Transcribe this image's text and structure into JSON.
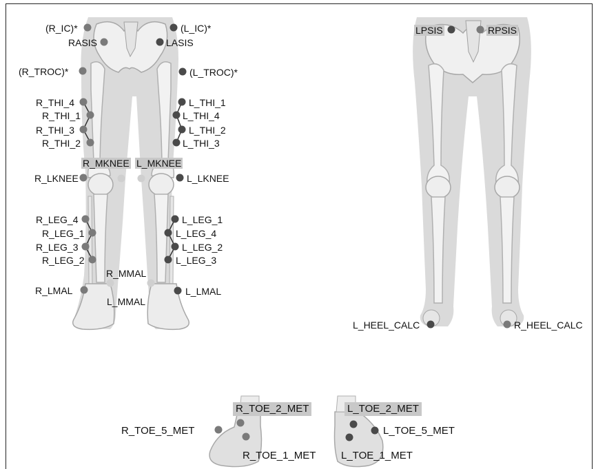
{
  "colors": {
    "marker_dark": "#4a4a4a",
    "marker_mid": "#7a7a7a",
    "marker_light": "#cfcfcf",
    "label_highlight": "#c8c8c8",
    "silhouette": "#d9d9d9",
    "bone": "#f2f2f2",
    "bone_shadow": "#b9b9b9"
  },
  "anterior_labels": {
    "r_ic": "(R_IC)*",
    "l_ic": "(L_IC)*",
    "rasis": "RASIS",
    "lasis": "LASIS",
    "r_troc": "(R_TROC)*",
    "l_troc": "(L_TROC)*",
    "r_thi_4": "R_THI_4",
    "r_thi_1": "R_THI_1",
    "r_thi_3": "R_THI_3",
    "r_thi_2": "R_THI_2",
    "l_thi_1": "L_THI_1",
    "l_thi_4": "L_THI_4",
    "l_thi_2": "L_THI_2",
    "l_thi_3": "L_THI_3",
    "r_mknee": "R_MKNEE",
    "l_mknee": "L_MKNEE",
    "r_lknee": "R_LKNEE",
    "l_lknee": "L_LKNEE",
    "r_leg_4": "R_LEG_4",
    "r_leg_1": "R_LEG_1",
    "r_leg_3": "R_LEG_3",
    "r_leg_2": "R_LEG_2",
    "l_leg_1": "L_LEG_1",
    "l_leg_4": "L_LEG_4",
    "l_leg_2": "L_LEG_2",
    "l_leg_3": "L_LEG_3",
    "r_mmal": "R_MMAL",
    "l_mmal": "L_MMAL",
    "r_lmal": "R_LMAL",
    "l_lmal": "L_LMAL"
  },
  "posterior_labels": {
    "lpsis": "LPSIS",
    "rpsis": "RPSIS",
    "l_heel_calc": "L_HEEL_CALC",
    "r_heel_calc": "R_HEEL_CALC"
  },
  "foot_labels": {
    "r_toe_2_met": "R_TOE_2_MET",
    "l_toe_2_met": "L_TOE_2_MET",
    "r_toe_5_met": "R_TOE_5_MET",
    "l_toe_5_met": "L_TOE_5_MET",
    "r_toe_1_met": "R_TOE_1_MET",
    "l_toe_1_met": "L_TOE_1_MET"
  }
}
